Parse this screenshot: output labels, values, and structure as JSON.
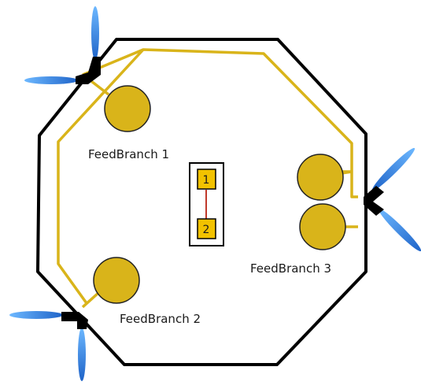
{
  "colors": {
    "background": "#ffffff",
    "outline": "#000000",
    "feed_line": "#d9b41a",
    "feed_fill": "#d9b41a",
    "feed_stroke": "#222222",
    "rotor_blue": "#1e73d8",
    "rotor_blue_light": "#5fb0ff",
    "link_red": "#c0392b",
    "node_fill": "#f2c200"
  },
  "branches": [
    {
      "label": "FeedBranch 1"
    },
    {
      "label": "FeedBranch 2"
    },
    {
      "label": "FeedBranch 3"
    }
  ],
  "center_panel": {
    "nodes": [
      {
        "label": "1"
      },
      {
        "label": "2"
      }
    ]
  },
  "icons": [
    "propeller-icon",
    "propeller-icon",
    "propeller-icon"
  ]
}
